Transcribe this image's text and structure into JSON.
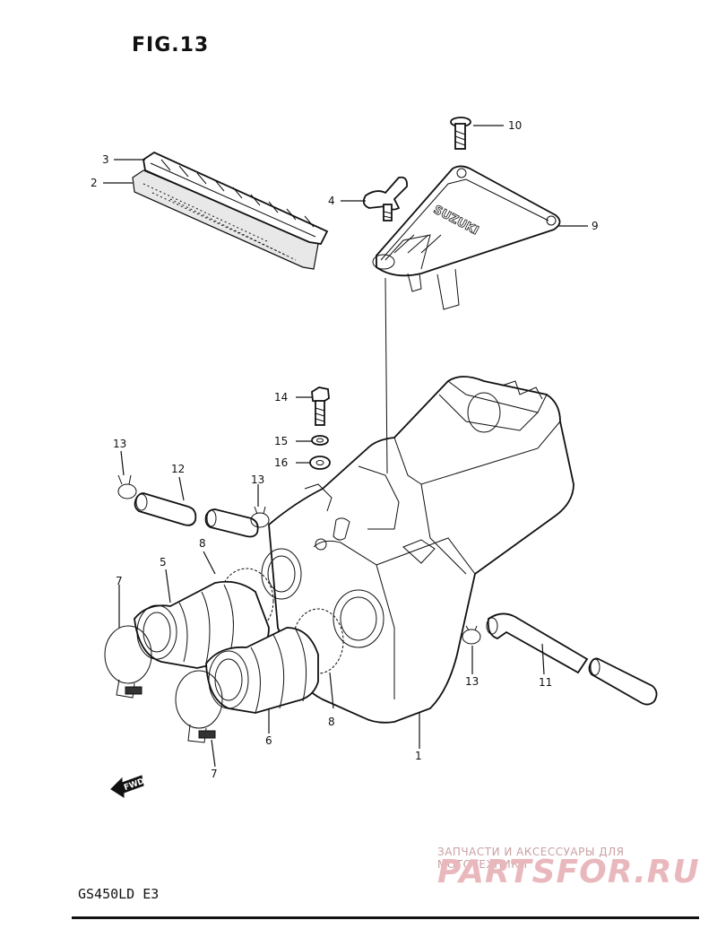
{
  "figure": {
    "title": "FIG.13"
  },
  "model": {
    "code": "GS450LD  E3"
  },
  "direction": {
    "text": "FWD"
  },
  "watermark": {
    "caption": "ЗАПЧАСТИ И АКСЕССУАРЫ ДЛЯ МОТОТЕХНИКИ",
    "logo": "PARTSFOR.RU"
  },
  "cover": {
    "brand": "SUZUKI"
  },
  "callouts": {
    "p1": "1",
    "p2": "2",
    "p3": "3",
    "p4": "4",
    "p5": "5",
    "p6": "6",
    "p7a": "7",
    "p7b": "7",
    "p8a": "8",
    "p8b": "8",
    "p9": "9",
    "p10": "10",
    "p11": "11",
    "p12": "12",
    "p13a": "13",
    "p13b": "13",
    "p13c": "13",
    "p14": "14",
    "p15": "15",
    "p16": "16"
  },
  "colors": {
    "line": "#111111",
    "watermark": "#e9b8bd"
  }
}
